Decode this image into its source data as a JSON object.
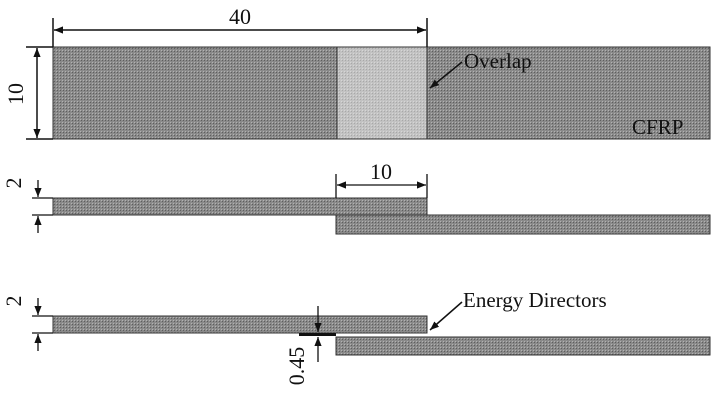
{
  "top_view": {
    "length_label": "40",
    "width_label": "10",
    "overlap_label": "Overlap",
    "material_label": "CFRP"
  },
  "side_view": {
    "thickness_label": "2",
    "overlap_length_label": "10"
  },
  "ed_view": {
    "thickness_label": "2",
    "ed_thickness_label": "0.45",
    "energy_directors_label": "Energy Directors"
  },
  "colors": {
    "laminate": "#8f8f8f",
    "overlap_zone": "#bdbdbd",
    "line": "#111111"
  }
}
